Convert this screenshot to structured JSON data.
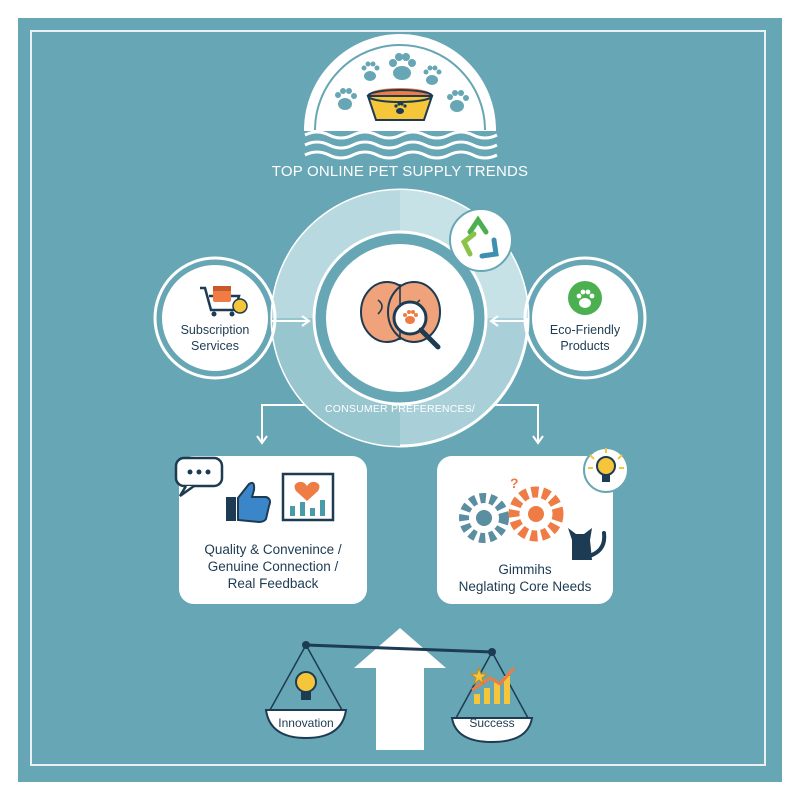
{
  "title": "Top Online Pet Supply Trends",
  "left_node": {
    "line1": "Subscription",
    "line2": "Services",
    "icon": "shopping-cart-calendar-icon"
  },
  "right_node": {
    "line1": "Eco-Friendly",
    "line2": "Products",
    "icon": "paw-leaf-icon"
  },
  "hub": {
    "caption": "CONSUMER PREFERENCES/",
    "icon": "brain-magnifier-icon",
    "badge_icon": "recycle-icon"
  },
  "left_card": {
    "line1": "Quality & Convenince /",
    "line2": "Genuine Connection /",
    "line3": "Real Feedback",
    "icons": [
      "chat-bubble-icon",
      "thumbs-up-icon",
      "heart-chart-icon"
    ]
  },
  "right_card": {
    "line1": "Gimmihs",
    "line2": "Neglating Core Needs",
    "icons": [
      "lightbulb-icon",
      "gears-icon",
      "cat-icon"
    ]
  },
  "scale": {
    "left_label": "Innovation",
    "right_label": "Success",
    "icons": [
      "lightbulb-icon",
      "growth-chart-icon",
      "up-arrow-icon"
    ]
  },
  "colors": {
    "background": "#67a6b4",
    "panel": "#ffffff",
    "accent_orange": "#ee7c44",
    "navy": "#1d3b52",
    "green": "#4caf50",
    "yellow": "#f5c53a"
  }
}
